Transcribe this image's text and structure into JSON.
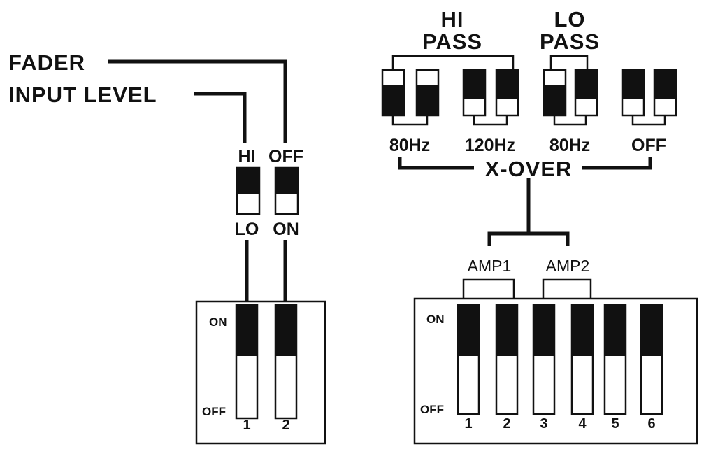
{
  "colors": {
    "ink": "#111111",
    "paper": "#ffffff"
  },
  "left": {
    "labels": {
      "fader": "FADER",
      "input_level": "INPUT LEVEL"
    },
    "legend_switches": [
      {
        "top_label": "HI",
        "bottom_label": "LO",
        "state": "up"
      },
      {
        "top_label": "OFF",
        "bottom_label": "ON",
        "state": "up"
      }
    ],
    "dip": {
      "on_label": "ON",
      "off_label": "OFF",
      "switches": [
        {
          "number": "1",
          "state": "on"
        },
        {
          "number": "2",
          "state": "on"
        }
      ]
    }
  },
  "right": {
    "group_labels": {
      "hi_pass_line1": "HI",
      "hi_pass_line2": "PASS",
      "lo_pass_line1": "LO",
      "lo_pass_line2": "PASS",
      "xover": "X-OVER",
      "amp1": "AMP1",
      "amp2": "AMP2"
    },
    "pairs": [
      {
        "label": "80Hz",
        "switches": [
          "down",
          "down"
        ]
      },
      {
        "label": "120Hz",
        "switches": [
          "up",
          "up"
        ]
      },
      {
        "label": "80Hz",
        "switches": [
          "down",
          "up"
        ]
      },
      {
        "label": "OFF",
        "switches": [
          "up",
          "up"
        ]
      }
    ],
    "dip": {
      "on_label": "ON",
      "off_label": "OFF",
      "switches": [
        {
          "number": "1",
          "state": "on"
        },
        {
          "number": "2",
          "state": "on"
        },
        {
          "number": "3",
          "state": "on"
        },
        {
          "number": "4",
          "state": "on"
        },
        {
          "number": "5",
          "state": "on"
        },
        {
          "number": "6",
          "state": "on"
        }
      ]
    }
  }
}
